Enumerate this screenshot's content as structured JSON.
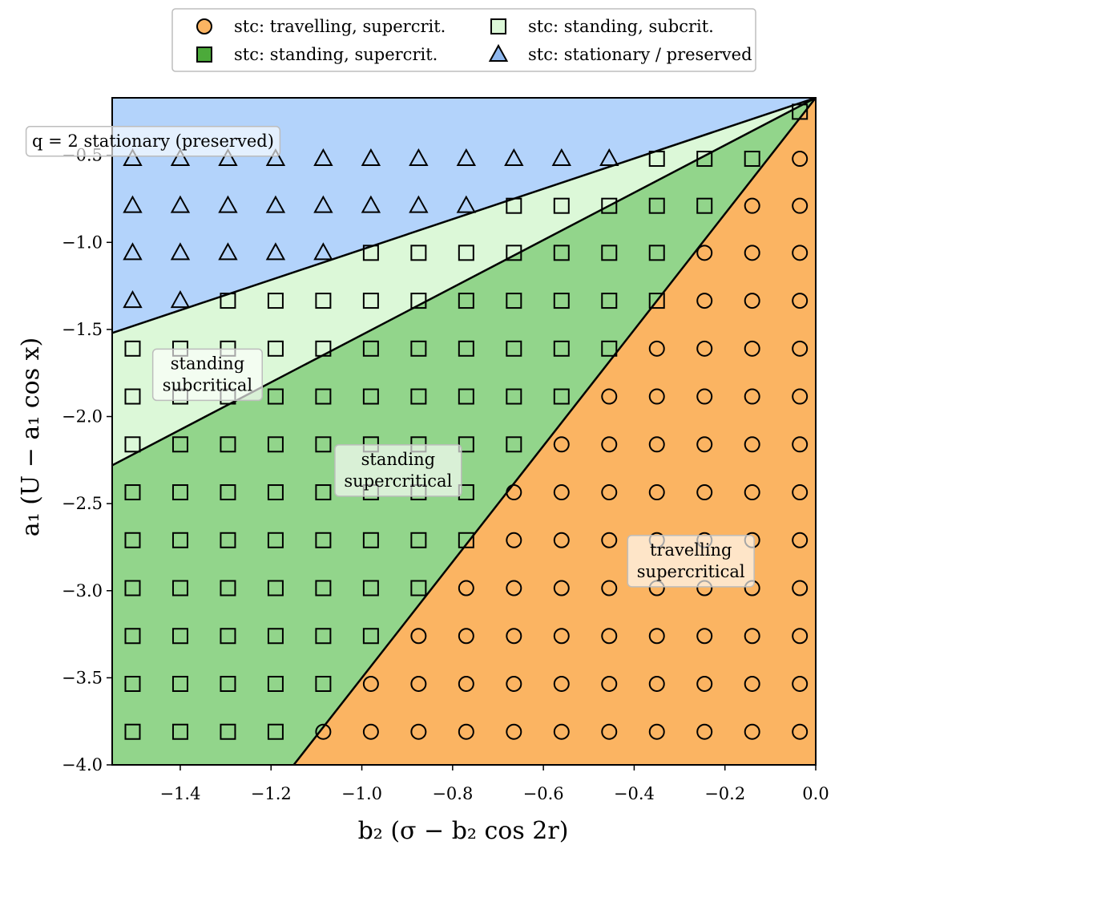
{
  "chart_data": {
    "type": "scatter",
    "xlabel": "b₂   (σ − b₂ cos 2r)",
    "ylabel": "a₁  (U − a₁ cos x)",
    "xlim": [
      -1.55,
      0.0
    ],
    "ylim": [
      -4.0,
      -0.17
    ],
    "xticks": [
      -1.4,
      -1.2,
      -1.0,
      -0.8,
      -0.6,
      -0.4,
      -0.2,
      0.0
    ],
    "xtick_labels": [
      "−1.4",
      "−1.2",
      "−1.0",
      "−0.8",
      "−0.6",
      "−0.4",
      "−0.2",
      "0.0"
    ],
    "yticks": [
      -0.5,
      -1.0,
      -1.5,
      -2.0,
      -2.5,
      -3.0,
      -3.5,
      -4.0
    ],
    "ytick_labels": [
      "−0.5",
      "−1.0",
      "−1.5",
      "−2.0",
      "−2.5",
      "−3.0",
      "−3.5",
      "−4.0"
    ],
    "grid": false,
    "legend_position": "top-center",
    "grid_x": [
      -1.505,
      -1.4,
      -1.295,
      -1.19,
      -1.085,
      -0.98,
      -0.875,
      -0.77,
      -0.665,
      -0.56,
      -0.455,
      -0.35,
      -0.245,
      -0.14,
      -0.035
    ],
    "grid_y": [
      -0.52,
      -0.79,
      -1.06,
      -1.335,
      -1.61,
      -1.885,
      -2.16,
      -2.435,
      -2.71,
      -2.985,
      -3.26,
      -3.535,
      -3.81
    ],
    "region_colors": {
      "stationary": "#b3d3fb",
      "standing_sub": "#dcf8d8",
      "standing_super": "#92d58b",
      "travelling": "#fbb462"
    },
    "boundaries": [
      {
        "name": "stationary-subcritical",
        "x": [
          -1.55,
          0.0
        ],
        "y": [
          -1.52,
          -0.17
        ]
      },
      {
        "name": "subcritical-supercritical",
        "x": [
          -1.55,
          0.0
        ],
        "y": [
          -2.28,
          -0.17
        ]
      },
      {
        "name": "standing-travelling",
        "x": [
          -1.15,
          0.0
        ],
        "y": [
          -4.0,
          -0.17
        ]
      }
    ],
    "series": [
      {
        "name": "stc: travelling, supercrit.",
        "marker": "circle",
        "fill": "#fbb462"
      },
      {
        "name": "stc: standing, supercrit.",
        "marker": "square",
        "fill": "#4caa3a"
      },
      {
        "name": "stc: standing, subcrit.",
        "marker": "square",
        "fill": "#dcf8d8"
      },
      {
        "name": "stc: stationary / preserved",
        "marker": "triangle",
        "fill": "#8fb8ef"
      }
    ],
    "legend_order": [
      0,
      2,
      1,
      3
    ],
    "annotations": [
      {
        "id": "stationary",
        "lines": [
          "q = 2 stationary (preserved)"
        ],
        "x": -1.46,
        "y": -0.42
      },
      {
        "id": "subcritical",
        "lines": [
          "standing",
          "subcritical"
        ],
        "x": -1.34,
        "y": -1.76
      },
      {
        "id": "supercritical",
        "lines": [
          "standing",
          "supercritical"
        ],
        "x": -0.92,
        "y": -2.31
      },
      {
        "id": "travelling",
        "lines": [
          "travelling",
          "supercritical"
        ],
        "x": -0.275,
        "y": -2.83
      }
    ]
  }
}
